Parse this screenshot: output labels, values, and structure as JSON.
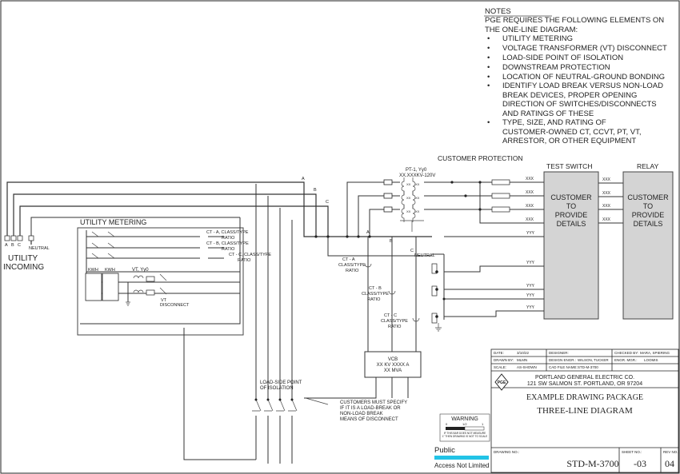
{
  "notes": {
    "title": "NOTES",
    "intro": [
      "PGE REQUIRES THE FOLLOWING ELEMENTS ON",
      "THE ONE-LINE DIAGRAM:"
    ],
    "bullets": [
      [
        "UTILITY METERING"
      ],
      [
        "VOLTAGE TRANSFORMER (VT) DISCONNECT"
      ],
      [
        "LOAD-SIDE POINT OF ISOLATION"
      ],
      [
        "DOWNSTREAM PROTECTION"
      ],
      [
        "LOCATION OF NEUTRAL-GROUND BONDING"
      ],
      [
        "IDENTIFY LOAD BREAK VERSUS NON-LOAD",
        "BREAK DEVICES, PROPER OPENING",
        "DIRECTION OF SWITCHES/DISCONNECTS",
        "AND RATINGS OF THESE"
      ],
      [
        "TYPE, SIZE, AND RATING OF",
        "CUSTOMER-OWNED CT, CCVT, PT, VT,",
        "ARRESTOR, OR OTHER EQUIPMENT"
      ]
    ]
  },
  "labels": {
    "customer_protection": "CUSTOMER PROTECTION",
    "test_switch": "TEST SWITCH",
    "relay": "RELAY",
    "box_text": [
      "CUSTOMER",
      "TO",
      "PROVIDE",
      "DETAILS"
    ],
    "utility_metering": "UTILITY METERING",
    "utility_incoming": [
      "UTILITY",
      "INCOMING"
    ],
    "neutral": "NEUTRAL",
    "neutral_bus": "NEUTRAL",
    "phases": [
      "A",
      "B",
      "C"
    ],
    "ct_utility": [
      [
        "CT - A, CLASS/TYPE",
        "RATIO"
      ],
      [
        "CT - B, CLASS/TYPE",
        "RATIO"
      ],
      [
        "CT - C, CLASS/TYPE",
        "RATIO"
      ]
    ],
    "ct_customer": [
      [
        "CT - A",
        "CLASS/TYPE",
        "RATIO"
      ],
      [
        "CT - B",
        "CLASS/TYPE",
        "RATIO"
      ],
      [
        "CT - C",
        "CLASS/TYPE",
        "RATIO"
      ]
    ],
    "pt": [
      "PT-1, Yy0",
      "XX.XXXKV-120V"
    ],
    "kwh": [
      "KWH",
      "KWH"
    ],
    "vt": "VT, Yy0",
    "vt_disconnect": [
      "VT",
      "DISCONNECT"
    ],
    "vcb": [
      "VCB",
      "XX KV XXXX A",
      "XX MVA"
    ],
    "load_side": [
      "LOAD-SIDE POINT",
      "OF ISOLATION"
    ],
    "customers_must": [
      "CUSTOMERS MUST SPECIFY",
      "IF IT IS A LOAD-BREAK OR",
      "NON-LOAD BREAK",
      "MEANS OF DISCONNECT"
    ],
    "xxx": "XXX",
    "yyy": "YYY"
  },
  "title_block": {
    "date_label": "DATE:",
    "date": "3/10/22",
    "designer_label": "DESIGNER:",
    "designer": "",
    "checked_label": "CHECKED BY:",
    "checked": "MARA, SPIERING",
    "drawn_label": "DRAWN BY:",
    "drawn": "MLMN",
    "design_engr_label": "DESIGN ENGR.:",
    "design_engr": "WILSON, TUCKER",
    "engr_mgr_label": "ENGR. MGR.:",
    "engr_mgr": "LOOMIS",
    "scale_label": "SCALE:",
    "scale": "AS-SHOWN",
    "cad_label": "CAD FILE NAME:",
    "cad": "STD-M-3700",
    "company": "PORTLAND GENERAL ELECTRIC CO.",
    "address": "121 SW SALMON ST.  PORTLAND, OR 97204",
    "logo": "PGE",
    "title1": "EXAMPLE DRAWING PACKAGE",
    "title2": "THREE-LINE DIAGRAM",
    "drawing_no_label": "DRAWING NO.:",
    "sheet_no_label": "SHEET NO.:",
    "rev_label": "REV NO.:",
    "drawing_no": "STD-M-3700",
    "sheet_no": "-03",
    "rev_no": "04"
  },
  "warning": {
    "label": "WARNING",
    "fine": [
      "IF THIS BAR DOES NOT MEASURE",
      "1\" THEN DRAWING IS NOT TO SCALE"
    ],
    "scale": [
      "0",
      "1/2",
      "1"
    ]
  },
  "classification": {
    "label": "Public",
    "sub": "Access Not Limited",
    "bar_color": "#22c3e6"
  }
}
